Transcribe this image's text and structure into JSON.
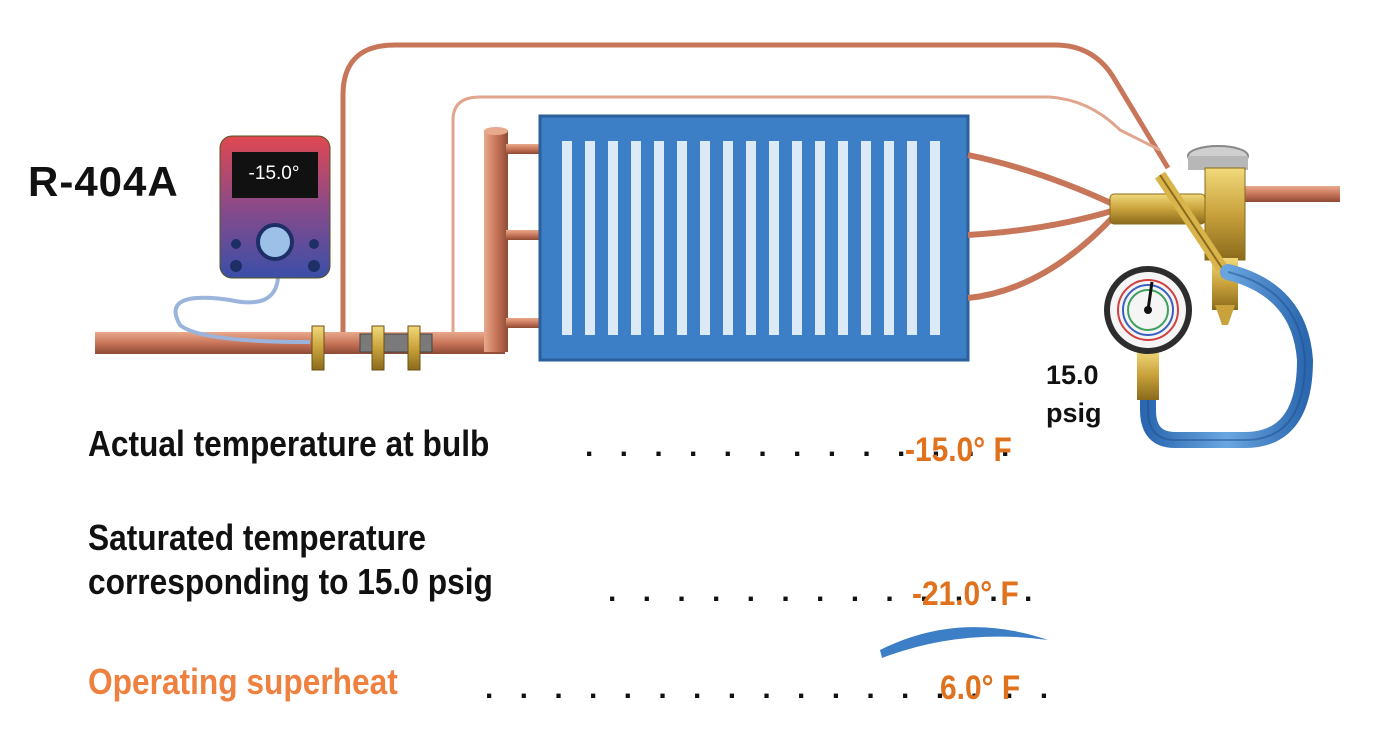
{
  "refrigerant_label": "R-404A",
  "meter_display": "-15.0°",
  "gauge": {
    "pressure_value": "15.0",
    "pressure_unit": "psig"
  },
  "rows": {
    "actual": {
      "label": "Actual temperature at bulb",
      "value": "-15.0° F"
    },
    "saturated": {
      "label_line1": "Saturated temperature",
      "label_line2": "corresponding to 15.0 psig",
      "value": "-21.0° F"
    },
    "superheat": {
      "label": "Operating superheat",
      "value": "6.0° F"
    }
  },
  "leader_dots": {
    "actual": ". . . . . . . . . . . . .",
    "saturated": ". . . . . . . . . . . . .",
    "superheat": ". . . . . . . . . . . . . . . . ."
  },
  "colors": {
    "copper_pipe": "#c8765a",
    "evaporator_blue": "#3c7fc6",
    "evaporator_fin": "#dceaf7",
    "brass": "#d8b44a",
    "hose_blue": "#4a88c8",
    "value_orange": "#e0711d",
    "label_orange": "#ee8040"
  },
  "icons": [
    "thermometer-meter-icon",
    "pressure-gauge-icon",
    "expansion-valve-icon",
    "clamp-icon"
  ]
}
